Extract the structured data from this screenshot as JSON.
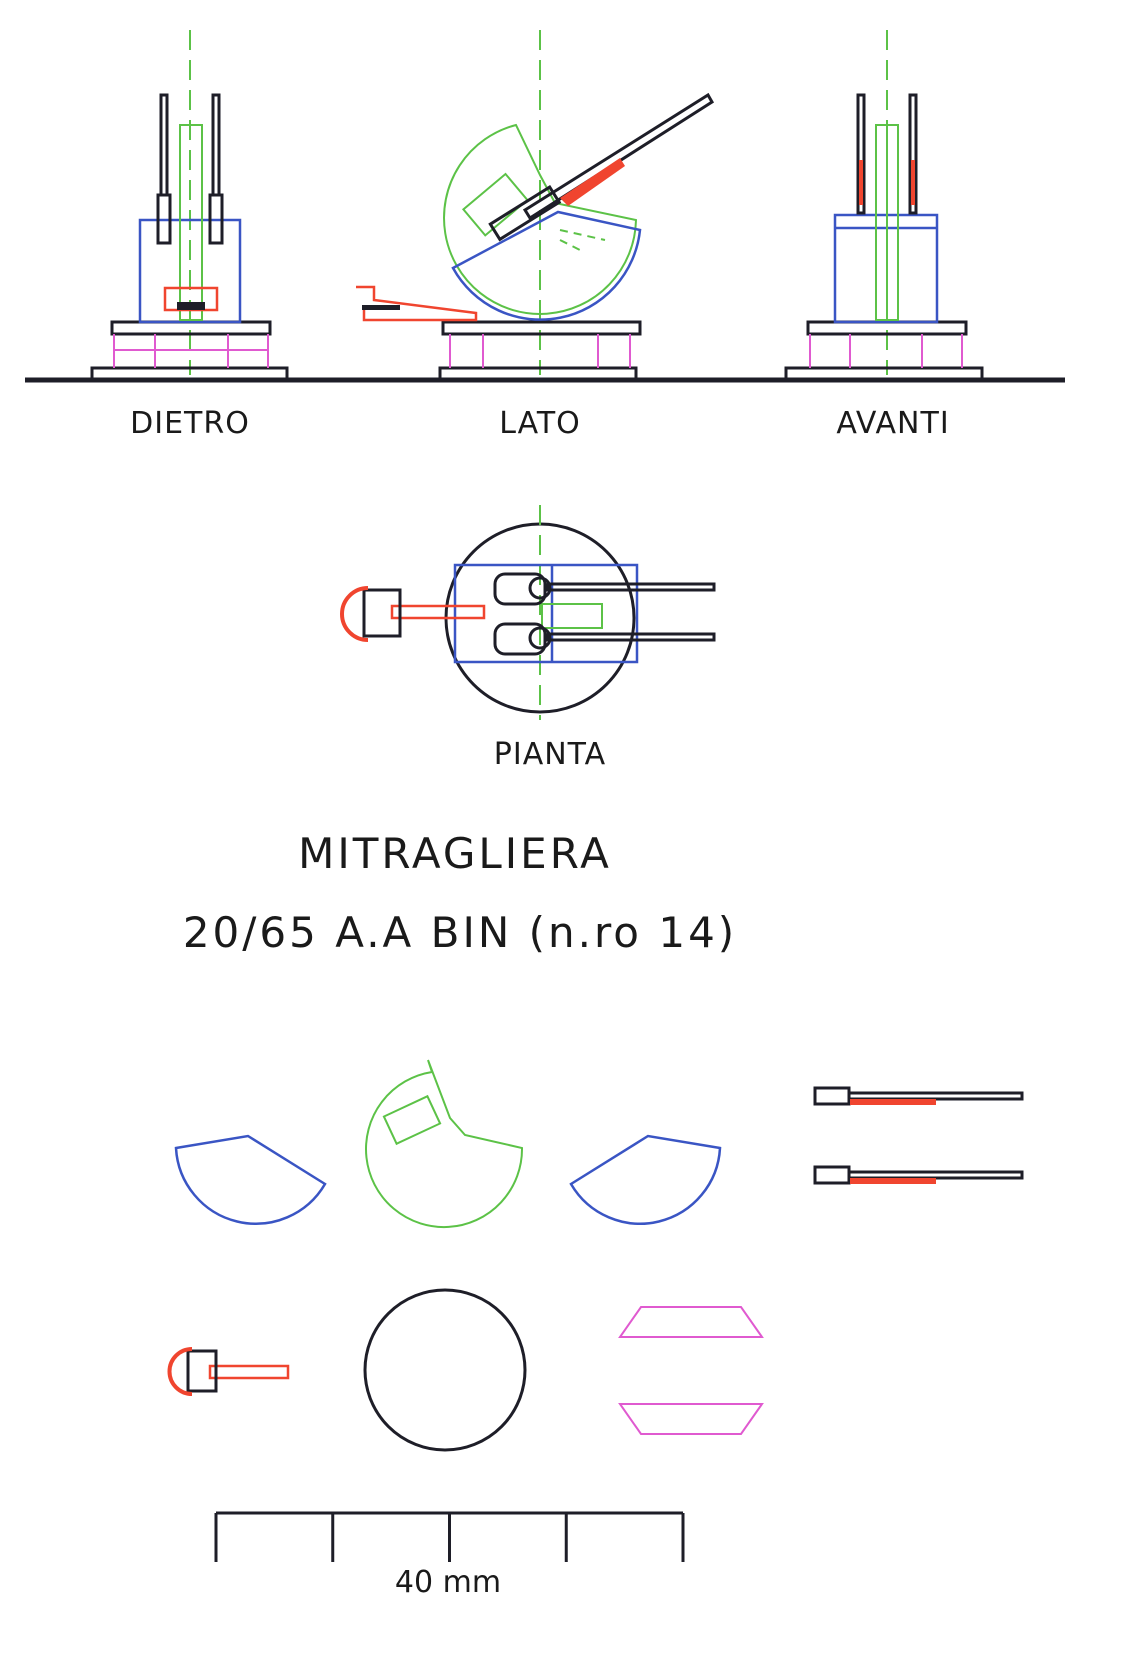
{
  "views": {
    "rear": "DIETRO",
    "side": "LATO",
    "front": "AVANTI",
    "plan": "PIANTA"
  },
  "title": {
    "line1": "MITRAGLIERA",
    "line2": "20/65 A.A BIN (n.ro 14)"
  },
  "scale": {
    "label": "40 mm",
    "divisions": 4
  },
  "colors": {
    "outline": "#1e1e28",
    "blue": "#3a55c4",
    "green": "#5cc247",
    "red": "#f0452f",
    "magenta": "#e05ad0"
  }
}
